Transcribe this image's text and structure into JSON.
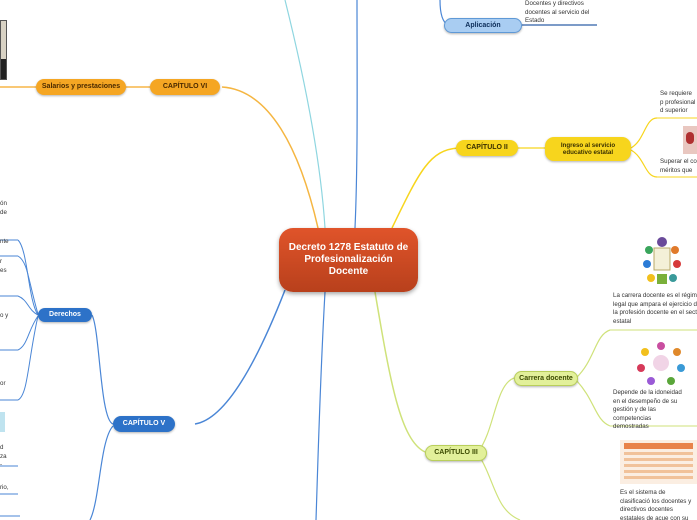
{
  "central": {
    "title": "Decreto 1278 Estatuto de Profesionalización Docente"
  },
  "nodes": {
    "cap6": "CAPÍTULO VI",
    "salarios": "Salarios y prestaciones",
    "cap2": "CAPÍTULO II",
    "ingreso": "Ingreso al servicio educativo estatal",
    "cap3": "CAPÍTULO III",
    "carrera": "Carrera docente",
    "cap5": "CAPÍTULO V",
    "derechos": "Derechos",
    "aplicacion": "Aplicación"
  },
  "texts": {
    "aplicacion_desc": "Docentes y directivos docentes al servicio del Estado",
    "ingreso_req": "Se requiere p profesional d superior reco",
    "ingreso_sup": "Superar el co méritos que s",
    "carrera_def": "La carrera docente es el régim legal que ampara el ejercicio d la profesión docente en el sect estatal",
    "carrera_dep": "Depende de la idoneidad en el desempeño de su gestión y de las competencias demostradas",
    "clasif": "Es el sistema de clasificació los docentes y directivos docentes estatales de acue con su formación académic",
    "left_1": "ón de",
    "left_2": "nte",
    "left_3": "r es",
    "left_4": "o y",
    "left_5": "or",
    "left_6": "d za -",
    "left_7": "rio,"
  },
  "colors": {
    "central": "#c94a22",
    "orange": "#f5a623",
    "yellow": "#f7d51d",
    "green": "#e2f09a",
    "blue": "#2d72c8",
    "light_blue": "#a9cdf2"
  }
}
